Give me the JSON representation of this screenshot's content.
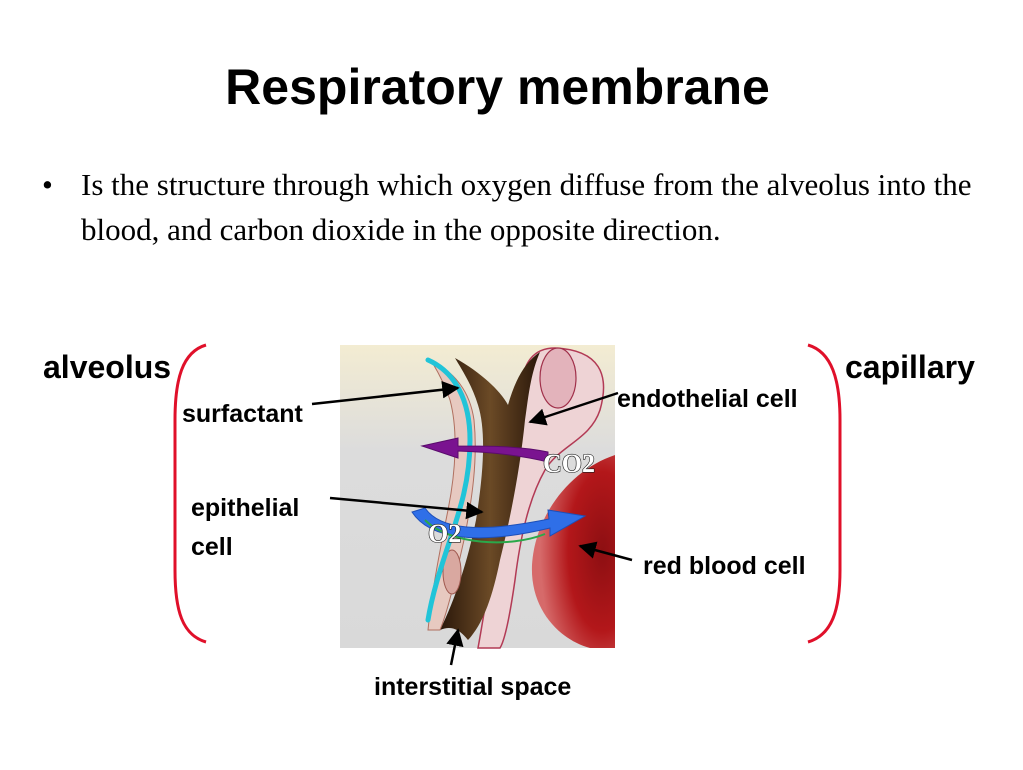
{
  "slide": {
    "title": "Respiratory membrane",
    "bullet_marker": "•",
    "bullet_text": "Is the structure through which oxygen diffuse from the alveolus into the blood, and carbon dioxide in the opposite direction."
  },
  "diagram": {
    "left_side_label": "alveolus",
    "right_side_label": "capillary",
    "labels": {
      "surfactant": "surfactant",
      "endothelial_cell": "endothelial cell",
      "epithelial_cell_line1": "epithelial",
      "epithelial_cell_line2": "cell",
      "red_blood_cell": "red blood cell",
      "interstitial_space": "interstitial space"
    },
    "gases": {
      "co2": "CO2",
      "o2": "O2"
    },
    "colors": {
      "bracket": "#e0102a",
      "surfactant_layer": "#21c4d8",
      "interstitial": "#3a2410",
      "red_blood_cell": "#b3171a",
      "co2_arrow": "#7a1390",
      "o2_arrow": "#2f6fe8"
    }
  }
}
